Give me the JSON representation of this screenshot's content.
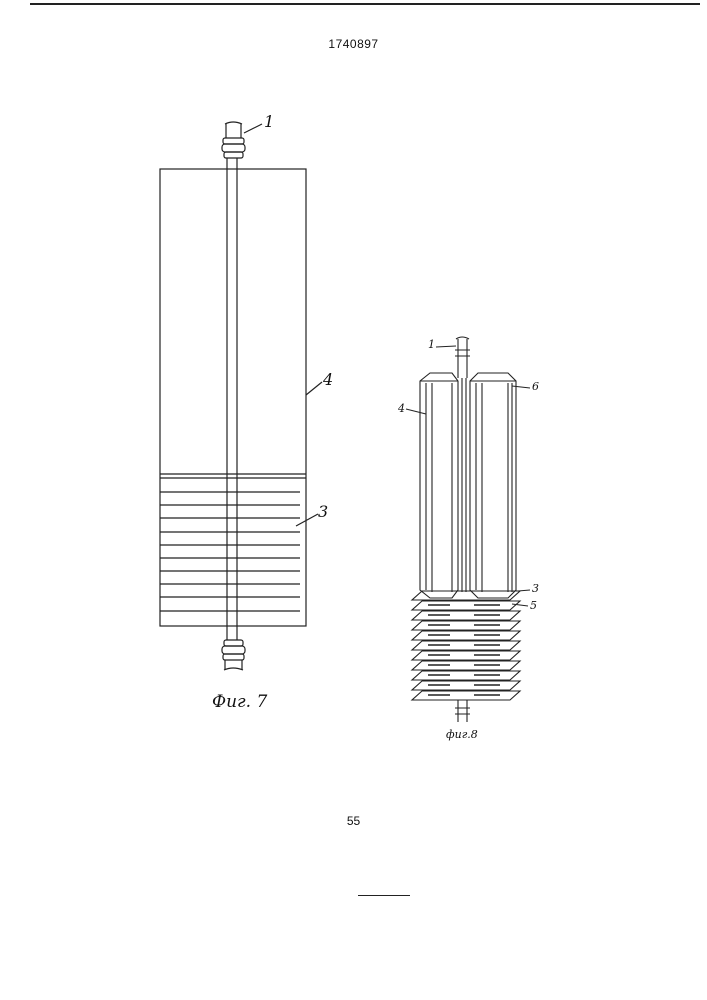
{
  "document": {
    "patent_number": "1740897",
    "page_number": "55"
  },
  "figure7": {
    "caption": "Фиг. 7",
    "labels": {
      "rod": "1",
      "body": "4",
      "fins": "3"
    }
  },
  "figure8": {
    "caption": "фиг.8",
    "labels": {
      "rod": "1",
      "body": "4",
      "top": "6",
      "fins": "3",
      "spacers": "5"
    }
  }
}
